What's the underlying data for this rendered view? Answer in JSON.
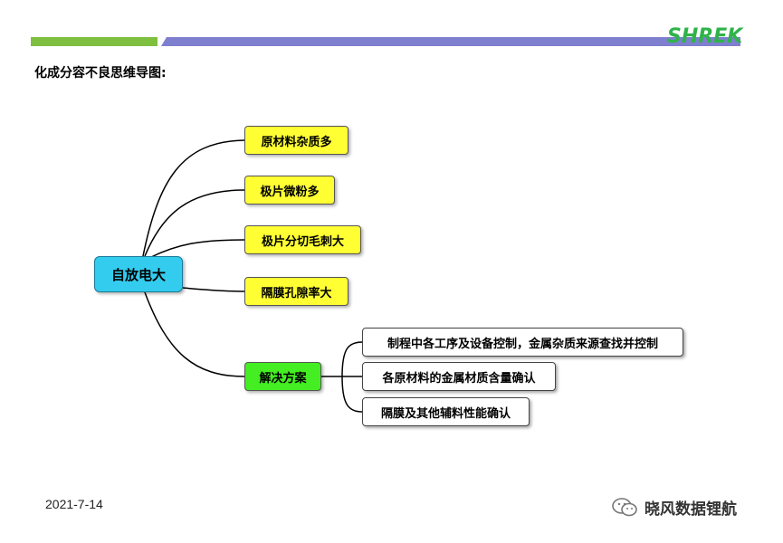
{
  "header": {
    "brand": "SHREK",
    "page_title": "化成分容不良思维导图:"
  },
  "mindmap": {
    "center": "自放电大",
    "causes": [
      "原材料杂质多",
      "极片微粉多",
      "极片分切毛刺大",
      "隔膜孔隙率大"
    ],
    "solution": {
      "label": "解决方案",
      "items": [
        "制程中各工序及设备控制，金属杂质来源查找并控制",
        "各原材料的金属材质含量确认",
        "隔膜及其他辅料性能确认"
      ]
    }
  },
  "footer": {
    "date": "2021-7-14",
    "watermark": "晓风数据锂航"
  },
  "colors": {
    "center_fill": "#33ccee",
    "cause_fill": "#ffff33",
    "solution_fill": "#44ee22",
    "brand": "#2fb34a",
    "bar_green": "#7fbf3f",
    "bar_blue": "#7f7fcf"
  }
}
